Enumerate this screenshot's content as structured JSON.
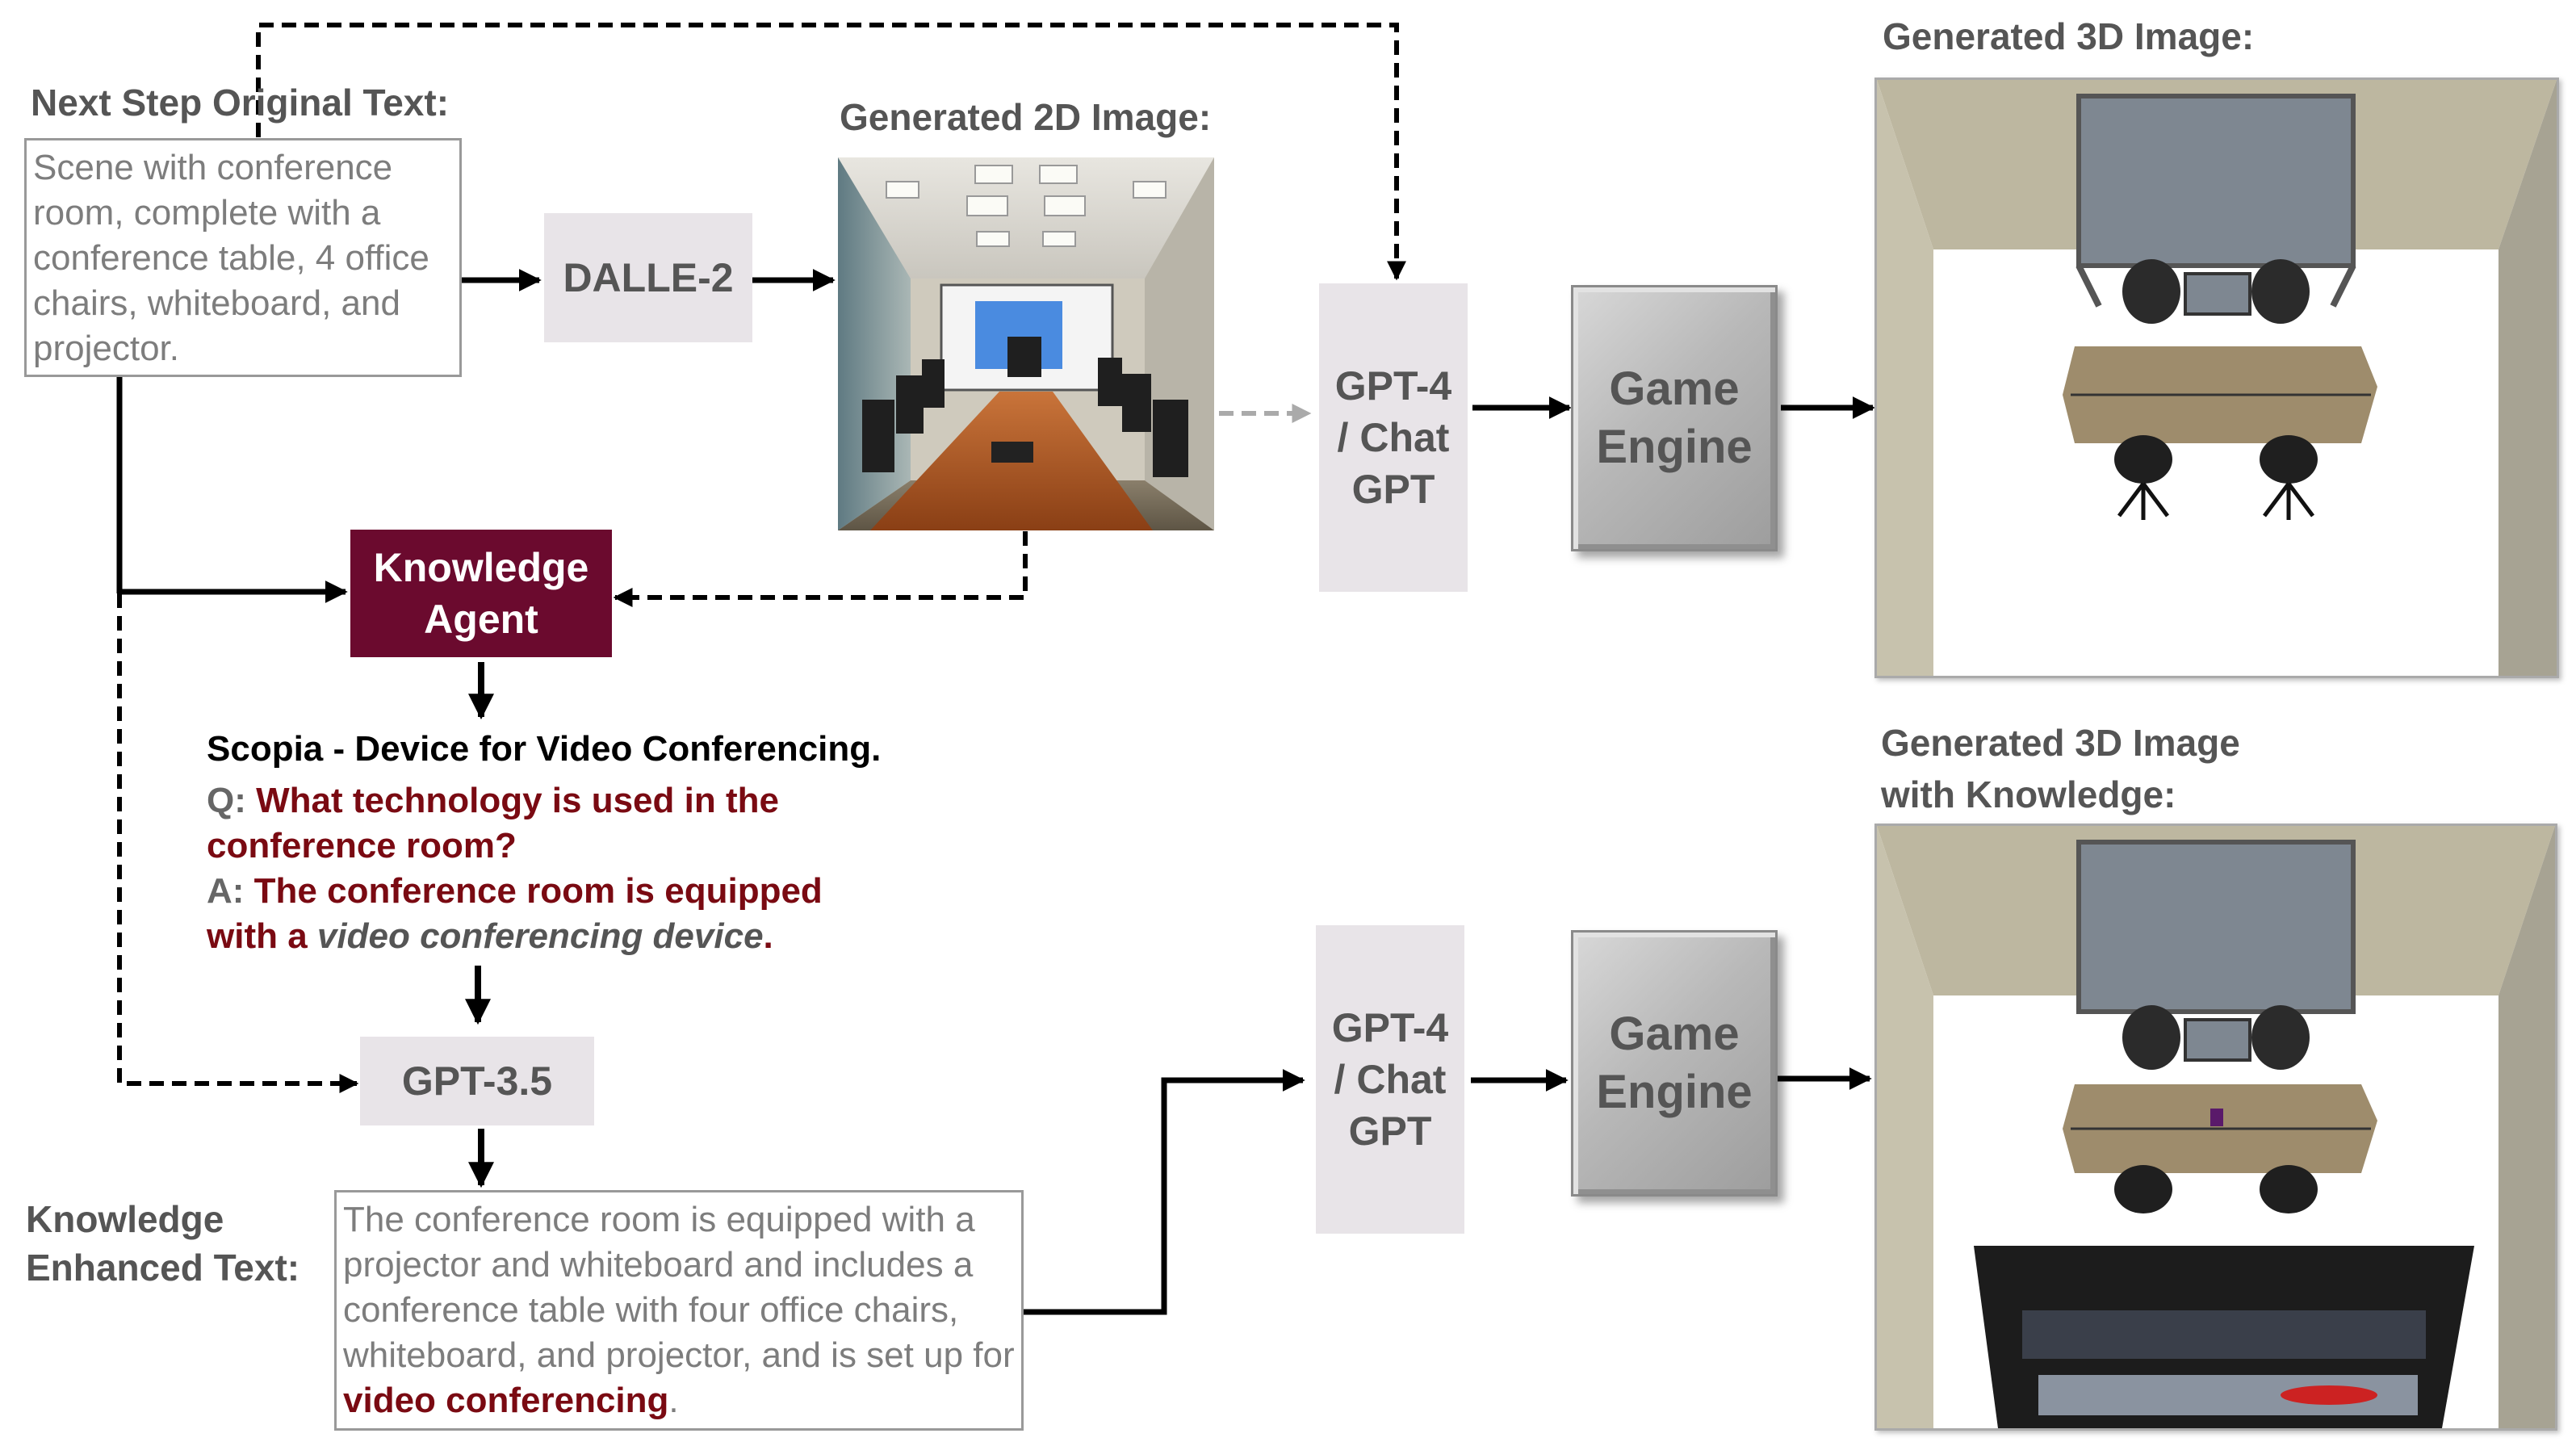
{
  "labels": {
    "next_step": "Next Step Original Text:",
    "generated_2d": "Generated 2D Image:",
    "generated_3d": "Generated 3D Image:",
    "generated_3d_knowledge_line1": "Generated 3D Image",
    "generated_3d_knowledge_line2": "with Knowledge:",
    "knowledge_enhanced_line1": "Knowledge",
    "knowledge_enhanced_line2": "Enhanced Text:"
  },
  "original_text": "Scene with conference room, complete with a conference table, 4 office chairs, whiteboard, and projector.",
  "boxes": {
    "dalle": "DALLE-2",
    "gpt4_top": "GPT-4 / Chat GPT",
    "gpt4_bottom": "GPT-4 / Chat GPT",
    "game_engine_top": "Game Engine",
    "game_engine_bottom": "Game Engine",
    "knowledge_agent": "Knowledge Agent",
    "gpt35": "GPT-3.5"
  },
  "scopia": {
    "heading": "Scopia - Device for Video Conferencing.",
    "q_prefix": "Q:",
    "q_text": "What technology is used in the conference room?",
    "a_prefix": "A:",
    "a_text_1": "The conference room is equipped with a",
    "a_italic": "video conferencing device",
    "a_end": "."
  },
  "enhanced_text": {
    "plain": "The conference room is equipped with a projector and whiteboard and includes a conference table with four office chairs, whiteboard, and projector, and is set up for",
    "highlight": "video conferencing",
    "end": "."
  },
  "colors": {
    "knowledge_agent_bg": "#6b0a2e",
    "dark_red": "#7a0a12",
    "gray_box": "#e8e4e8",
    "arrow": "#000000",
    "dashed_gray": "#aaaaaa"
  }
}
